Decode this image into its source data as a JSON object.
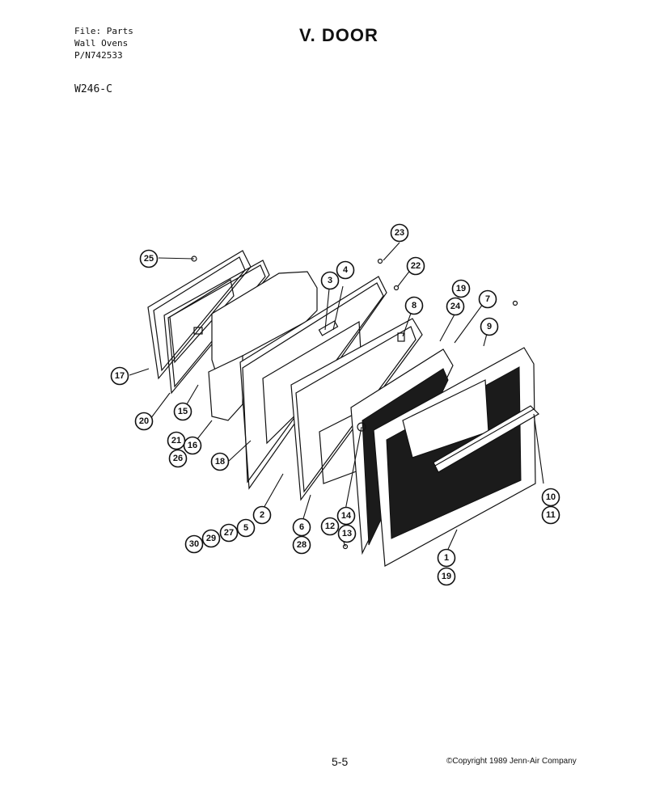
{
  "header": {
    "file_line": "File:  Parts",
    "category_line": "Wall Ovens",
    "part_number_line": "P/N742533",
    "model": "W246-C"
  },
  "title": "V. DOOR",
  "footer": {
    "page_number": "5-5",
    "copyright": "©Copyright 1989 Jenn-Air Company"
  },
  "callouts": [
    "1",
    "2",
    "3",
    "4",
    "5",
    "6",
    "7",
    "8",
    "9",
    "10",
    "11",
    "12",
    "13",
    "14",
    "15",
    "16",
    "17",
    "18",
    "19",
    "20",
    "21",
    "22",
    "23",
    "24",
    "25",
    "26",
    "27",
    "28",
    "29",
    "30"
  ]
}
